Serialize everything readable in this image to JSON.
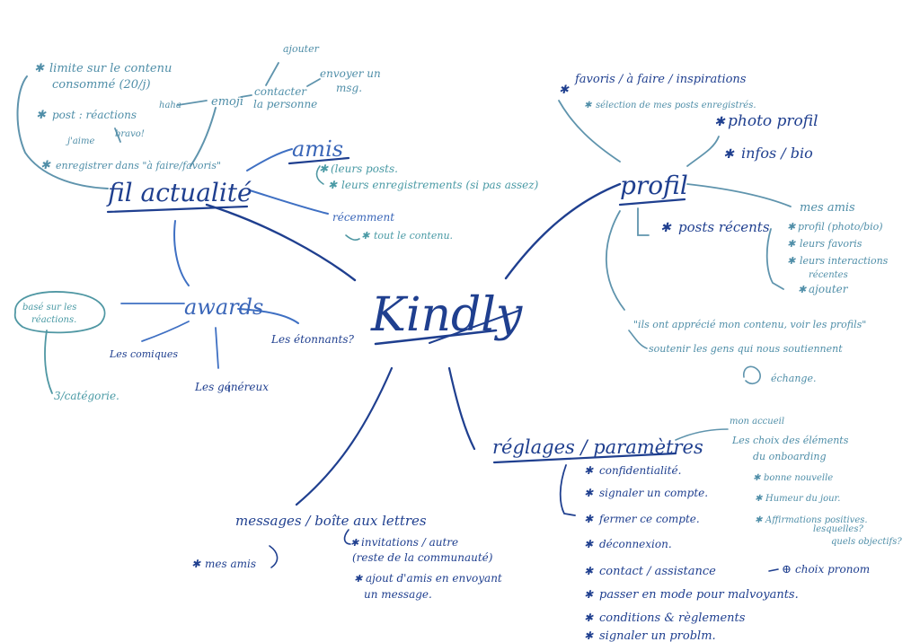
{
  "center": {
    "title": "Kindly"
  },
  "fil": {
    "title": "fil actualité",
    "limit_1": "limite sur le contenu",
    "limit_2": "consommé (20/j)",
    "post": "post : réactions",
    "haha": "haha",
    "jaime": "j'aime",
    "bravo": "bravo!",
    "save": "enregistrer dans \"à faire/favoris\""
  },
  "emoji": {
    "emoji": "emoji",
    "contact_1": "contacter",
    "contact_2": "la personne",
    "ajouter": "ajouter",
    "envoyer_1": "envoyer un",
    "envoyer_2": "msg."
  },
  "amis": {
    "title": "amis",
    "posts": "(leurs posts.",
    "enreg": "leurs enregistrements (si pas assez)",
    "recemment": "récemment",
    "tout": "tout le contenu."
  },
  "awards": {
    "title": "awards",
    "base_1": "basé sur les",
    "base_2": "réactions.",
    "categorie": "3/catégorie.",
    "comiques": "Les comiques",
    "genereux": "Les généreux",
    "etonnants": "Les étonnants?"
  },
  "profil": {
    "title": "profil",
    "favoris": "favoris / à faire / inspirations",
    "selection": "sélection de mes posts enregistrés.",
    "photo": "photo profil",
    "infos": "infos / bio",
    "posts_recents": "posts récents",
    "mes_amis": "mes amis",
    "ami_profil": "profil (photo/bio)",
    "ami_favoris": "leurs favoris",
    "ami_inter_1": "leurs interactions",
    "ami_inter_2": "récentes",
    "ami_ajouter": "ajouter",
    "apprecie": "\"ils ont apprécié mon contenu, voir les profils\"",
    "soutenir": "soutenir les gens qui nous soutiennent",
    "echange": "échange."
  },
  "reglages": {
    "title": "réglages / paramètres",
    "items": [
      "confidentialité.",
      "signaler un compte.",
      "fermer ce compte.",
      "déconnexion.",
      "contact / assistance",
      "passer en mode pour malvoyants.",
      "conditions & règlements",
      "signaler un problm."
    ],
    "choix_pronom": "choix pronom",
    "accueil": "mon accueil",
    "choix_elements_1": "Les choix des éléments",
    "choix_elements_2": "du onboarding",
    "bonne_nouvelle": "bonne nouvelle",
    "humeur": "Humeur du jour.",
    "affirmations": "Affirmations positives.",
    "lesquelles": "lesquelles?",
    "objectifs": "quels objectifs?"
  },
  "messages": {
    "title": "messages / boîte aux lettres",
    "mes_amis": "mes amis",
    "invitations_1": "invitations / autre",
    "invitations_2": "(reste de la communauté)",
    "ajout_1": "ajout d'amis en envoyant",
    "ajout_2": "un message."
  },
  "colors": {
    "dark": "#1f3f8f",
    "mid": "#3a66b8",
    "light": "#4f8ea8",
    "teal": "#4a9aa5"
  }
}
